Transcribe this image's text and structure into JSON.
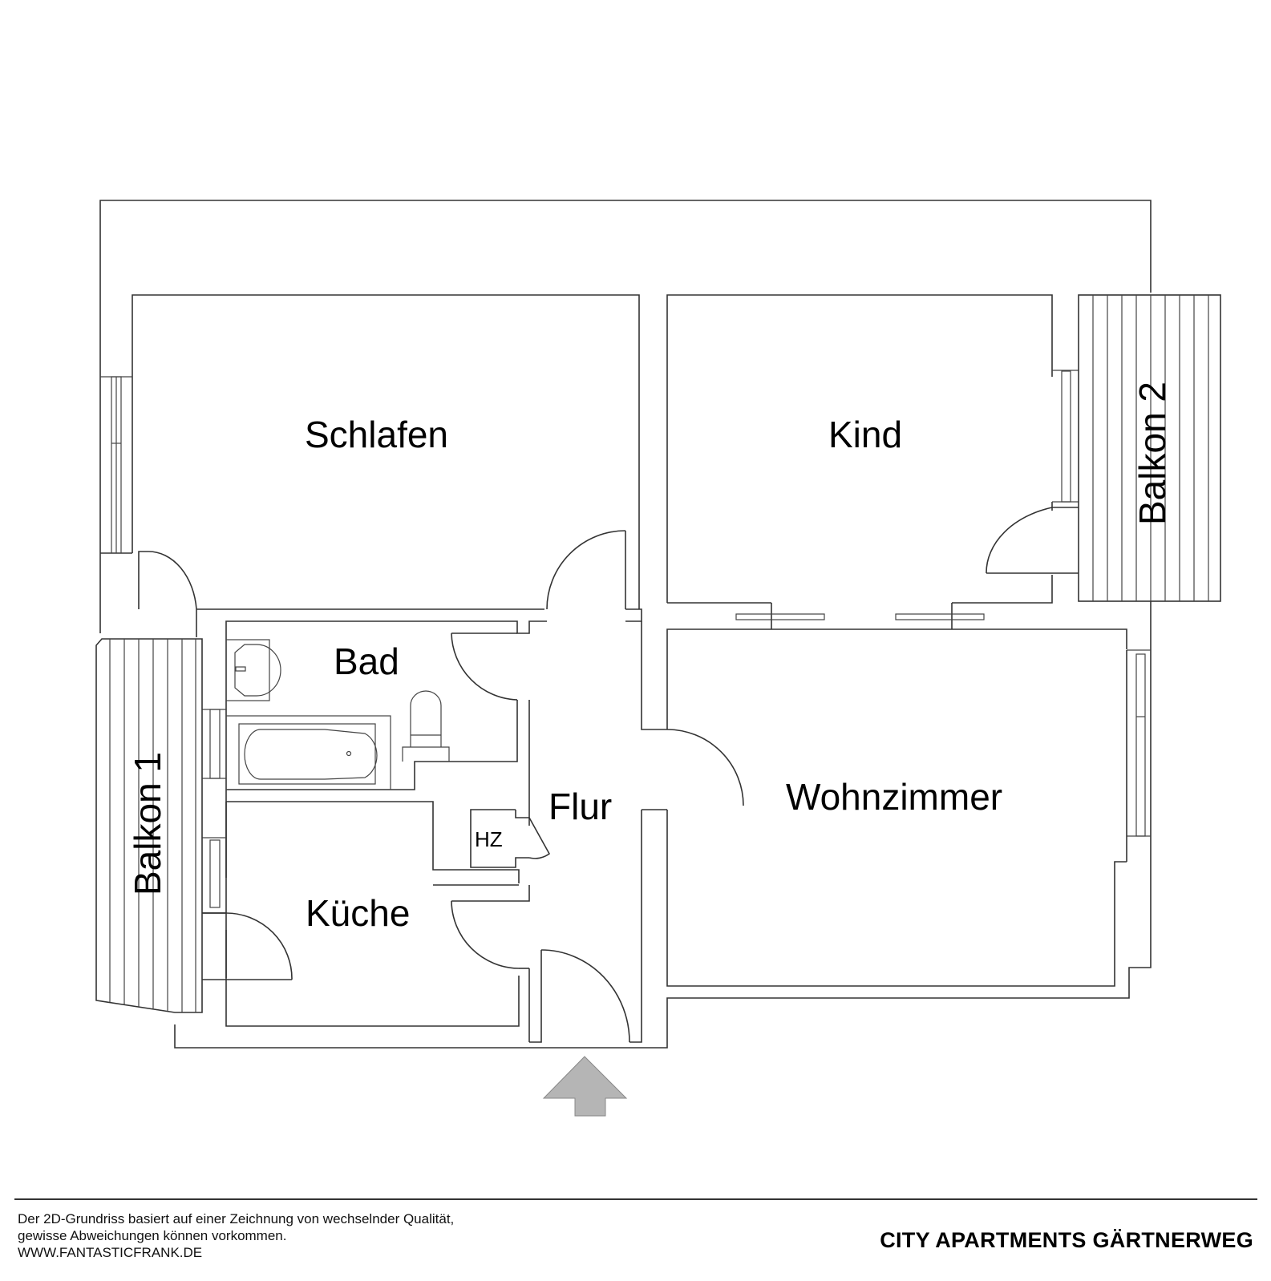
{
  "floorplan": {
    "rooms": [
      {
        "id": "schlafen",
        "label": "Schlafen"
      },
      {
        "id": "kind",
        "label": "Kind"
      },
      {
        "id": "bad",
        "label": "Bad"
      },
      {
        "id": "flur",
        "label": "Flur"
      },
      {
        "id": "wohnzimmer",
        "label": "Wohnzimmer"
      },
      {
        "id": "kueche",
        "label": "Küche"
      },
      {
        "id": "balkon1",
        "label": "Balkon 1"
      },
      {
        "id": "balkon2",
        "label": "Balkon 2"
      }
    ],
    "fixtures": {
      "heating": "HZ"
    },
    "entrance_arrow_color": "#b5b5b5",
    "line_color": "#333333"
  },
  "footer": {
    "disclaimer_lines": [
      "Der 2D-Grundriss basiert auf einer Zeichnung von wechselnder Qualität,",
      "gewisse Abweichungen können vorkommen.",
      "WWW.FANTASTICFRANK.DE"
    ],
    "project_title": "CITY APARTMENTS GÄRTNERWEG"
  }
}
